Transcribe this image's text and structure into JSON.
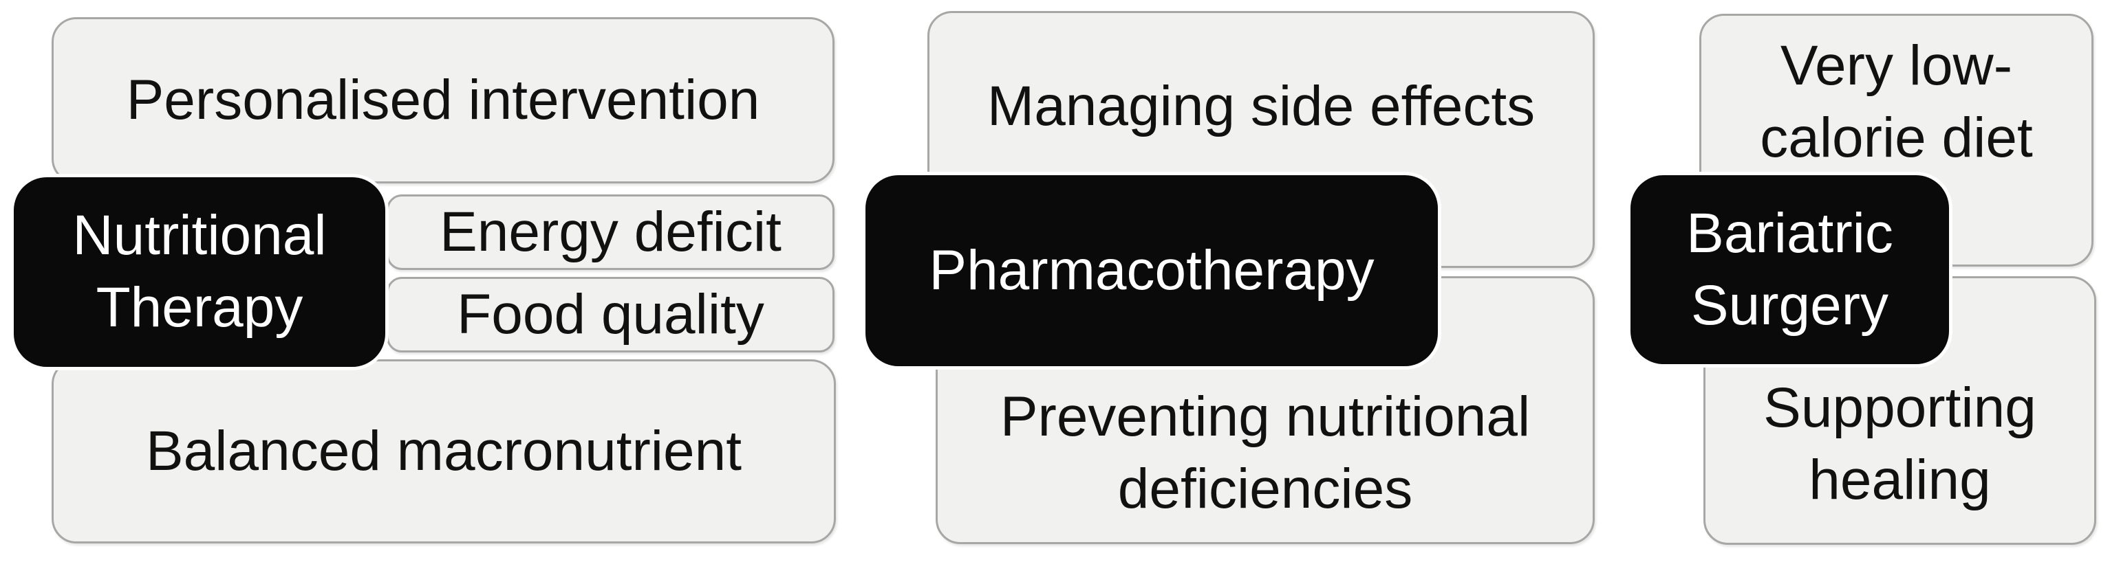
{
  "diagram": {
    "colors": {
      "item_fill": "#f1f1ef",
      "item_border": "#a7a7a5",
      "item_text": "#111111",
      "label_fill": "#0a0a0a",
      "label_border": "#ffffff",
      "label_text": "#ffffff",
      "page_bg": "#ffffff"
    },
    "groups": [
      {
        "name": "nutritional-therapy",
        "label": "Nutritional\nTherapy",
        "items": [
          {
            "name": "personalised-intervention",
            "text": "Personalised intervention"
          },
          {
            "name": "energy-deficit",
            "text": "Energy deficit"
          },
          {
            "name": "food-quality",
            "text": "Food quality"
          },
          {
            "name": "balanced-macronutrient",
            "text": "Balanced macronutrient"
          }
        ]
      },
      {
        "name": "pharmacotherapy",
        "label": "Pharmacotherapy",
        "items": [
          {
            "name": "managing-side-effects",
            "text": "Managing side effects"
          },
          {
            "name": "preventing-nutritional-deficiencies",
            "text": "Preventing nutritional\ndeficiencies"
          }
        ]
      },
      {
        "name": "bariatric-surgery",
        "label": "Bariatric\nSurgery",
        "items": [
          {
            "name": "very-low-calorie-diet",
            "text": "Very low-\ncalorie diet"
          },
          {
            "name": "supporting-healing",
            "text": "Supporting\nhealing"
          }
        ]
      }
    ]
  }
}
